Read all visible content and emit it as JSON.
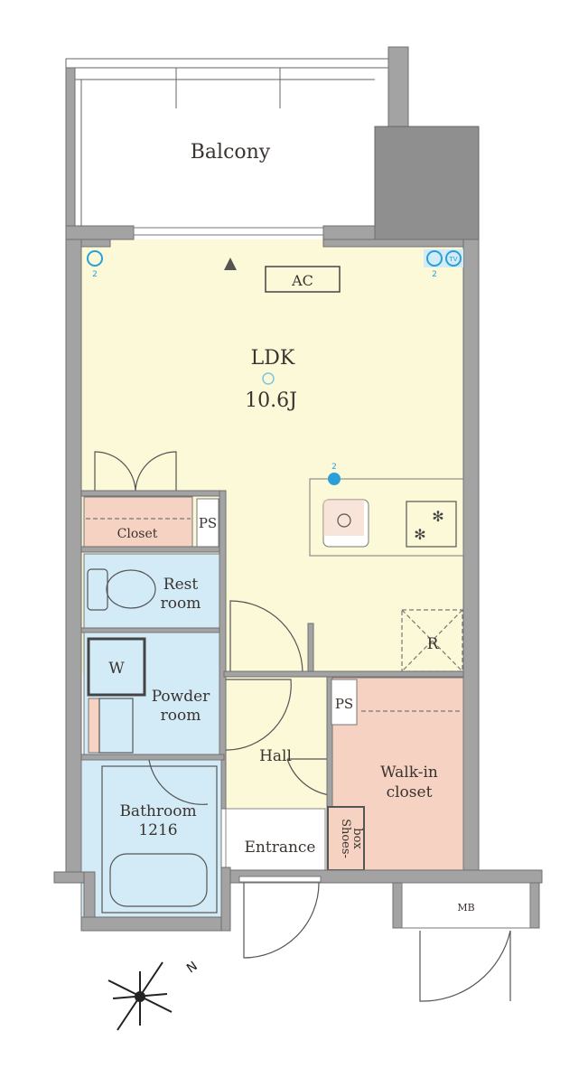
{
  "plan": {
    "rooms": {
      "balcony": "Balcony",
      "ldk": "LDK",
      "ldk_size": "10.6J",
      "ac": "AC",
      "closet": "Closet",
      "ps1": "PS",
      "ps2": "PS",
      "restroom_1": "Rest",
      "restroom_2": "room",
      "washer": "W",
      "powder_1": "Powder",
      "powder_2": "room",
      "bathroom": "Bathroom",
      "bathroom_size": "1216",
      "hall": "Hall",
      "entrance": "Entrance",
      "walkin_1": "Walk-in",
      "walkin_2": "closet",
      "shoes_1": "Shoes-",
      "shoes_2": "box",
      "fridge": "R",
      "mb": "MB"
    },
    "outlets": {
      "left_count": "2",
      "right_count": "2",
      "tv": "TV",
      "kitchen_count": "2"
    },
    "compass": "N"
  },
  "colors": {
    "ldk": "#fcf9d8",
    "wet": "#d3ebf7",
    "storage": "#f5d2c2",
    "wall": "#a3a3a3",
    "outlet": "#2aa0d8"
  }
}
